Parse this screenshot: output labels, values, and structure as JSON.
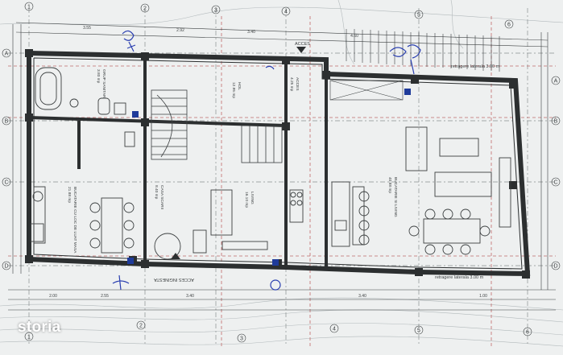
{
  "plan": {
    "axis_labels_top": [
      "1",
      "2",
      "3",
      "4",
      "5",
      "6"
    ],
    "axis_labels_bottom": [
      "1",
      "2",
      "3",
      "4",
      "5",
      "6"
    ],
    "axis_labels_left": [
      "A",
      "B",
      "C",
      "D"
    ],
    "axis_labels_right": [
      "A",
      "B",
      "C",
      "D"
    ],
    "entrance_top": "ACCES",
    "entrance_bottom": "ACCES INGINESTA",
    "setback_top": "retragere laterala 3.00 m",
    "setback_bottom": "retragere laterala 3.00 m",
    "dims_top": [
      "3.55",
      "2.92",
      "3.40",
      "4.60"
    ],
    "dims_bottom": [
      "2.00",
      "2.55",
      "3.40",
      "3.40",
      "1.00"
    ],
    "rooms": [
      {
        "name": "BUCATARIE CU LOC DE LUAT MASA",
        "area": "21.88 mp"
      },
      {
        "name": "BUCATARIE SI LIVING",
        "area": "40.88 mp"
      },
      {
        "name": "LIVING",
        "area": "16.10 mp"
      },
      {
        "name": "HOL",
        "area": "12.95 mp"
      },
      {
        "name": "GRUP SANITAR",
        "area": "3.80 mp"
      },
      {
        "name": "CASA SCARII",
        "area": "8.40 mp"
      },
      {
        "name": "ACCES",
        "area": "4.25 mp"
      }
    ]
  },
  "watermark": "storia",
  "colors": {
    "paper": "#eef0f0",
    "wall": "#2c2f30",
    "grid": "#8a8f90",
    "red": "#c06a6a",
    "pen": "#2a3fb0"
  }
}
